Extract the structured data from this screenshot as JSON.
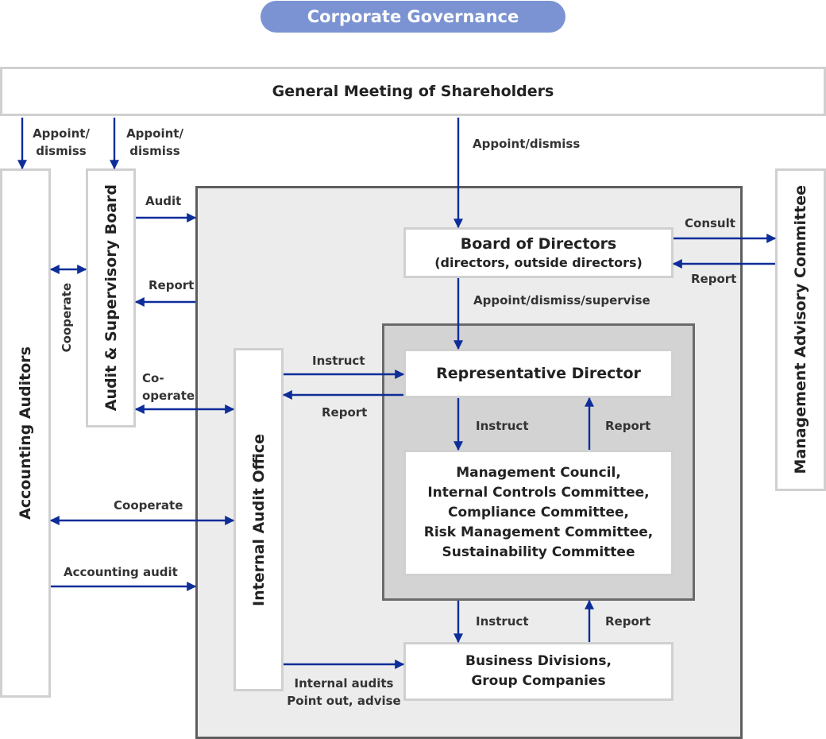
{
  "title": "Corporate Governance",
  "boxes": {
    "shareholders": "General Meeting of Shareholders",
    "accounting_auditors": "Accounting Auditors",
    "audit_board": "Audit & Supervisory Board",
    "internal_audit": "Internal Audit Office",
    "board_title": "Board of Directors",
    "board_sub": "(directors, outside directors)",
    "rep_director": "Representative Director",
    "mgmt_council": [
      "Management Council,",
      "Internal Controls Committee,",
      "Compliance Committee,",
      "Risk Management Committee,",
      "Sustainability Committee"
    ],
    "business": [
      "Business Divisions,",
      "Group Companies"
    ],
    "advisory": "Management Advisory Committee"
  },
  "labels": {
    "appoint_1a": "Appoint/",
    "appoint_1b": "dismiss",
    "appoint_2a": "Appoint/",
    "appoint_2b": "dismiss",
    "appoint_board": "Appoint/dismiss",
    "audit": "Audit",
    "report_board": "Report",
    "cooperate_vert": "Cooperate",
    "co_operate_a": "Co-",
    "co_operate_b": "operate",
    "cooperate_aa": "Cooperate",
    "accounting_audit": "Accounting audit",
    "consult": "Consult",
    "report_advisory": "Report",
    "appoint_supervise": "Appoint/dismiss/supervise",
    "instruct_rep": "Instruct",
    "report_rep": "Report",
    "instruct_council": "Instruct",
    "report_council": "Report",
    "instruct_business": "Instruct",
    "report_business": "Report",
    "internal_audits": "Internal audits",
    "point_out": "Point out, advise"
  },
  "colors": {
    "arrow": "#0d2d99",
    "pill": "#7b93d2",
    "outer_region": "#ececec",
    "inner_region": "#d3d3d3",
    "box_border": "#d0d0d0"
  }
}
